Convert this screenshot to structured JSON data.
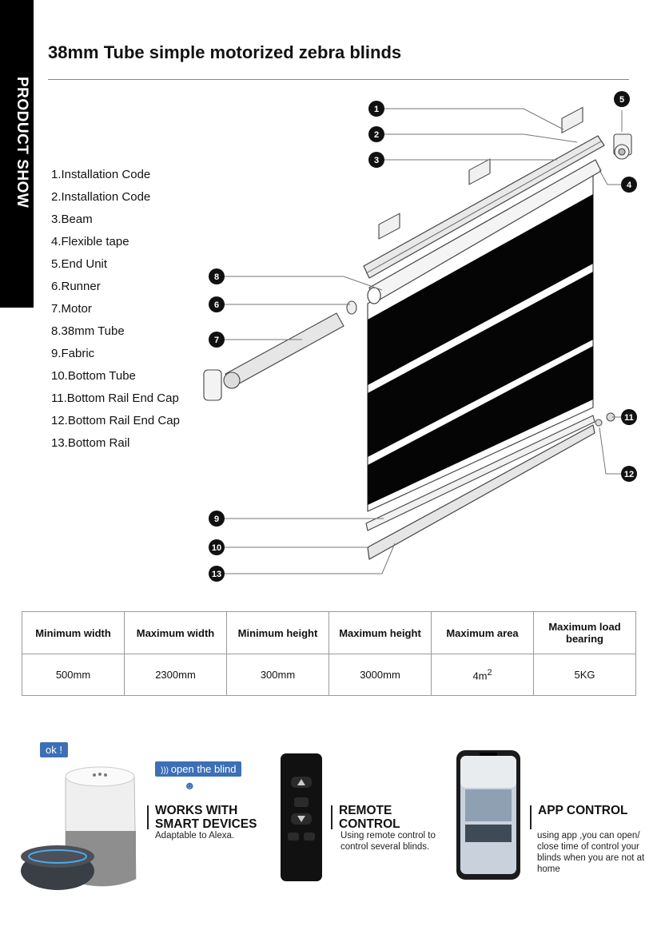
{
  "sidebar": {
    "label": "PRODUCT SHOW"
  },
  "header": {
    "title": "38mm Tube simple motorized zebra blinds"
  },
  "parts": [
    "1.Installation Code",
    "2.Installation Code",
    "3.Beam",
    "4.Flexible tape",
    "5.End Unit",
    "6.Runner",
    "7.Motor",
    "8.38mm Tube",
    "9.Fabric",
    "10.Bottom Tube",
    "11.Bottom Rail End Cap",
    "12.Bottom Rail End Cap",
    "13.Bottom Rail"
  ],
  "callouts": [
    "1",
    "2",
    "3",
    "4",
    "5",
    "6",
    "7",
    "8",
    "9",
    "10",
    "11",
    "12",
    "13"
  ],
  "specs": {
    "headers": [
      "Minimum width",
      "Maximum width",
      "Minimum height",
      "Maximum height",
      "Maximum area",
      "Maximum load bearing"
    ],
    "values": [
      "500mm",
      "2300mm",
      "300mm",
      "3000mm",
      "4m",
      "5KG"
    ],
    "area_superscript": "2"
  },
  "features": {
    "smart": {
      "bubble_ok": "ok !",
      "bubble_cmd": "open the blind",
      "title": "WORKS WITH SMART DEVICES",
      "desc": "Adaptable to Alexa."
    },
    "remote": {
      "title": "REMOTE CONTROL",
      "desc": "Using remote control to control several blinds."
    },
    "app": {
      "title": "APP CONTROL",
      "desc": "using app ,you can open/ close time of control your blinds when you are not at home"
    }
  },
  "colors": {
    "accent": "#3c6fb6",
    "sidebar": "#000000",
    "callout": "#111111"
  }
}
